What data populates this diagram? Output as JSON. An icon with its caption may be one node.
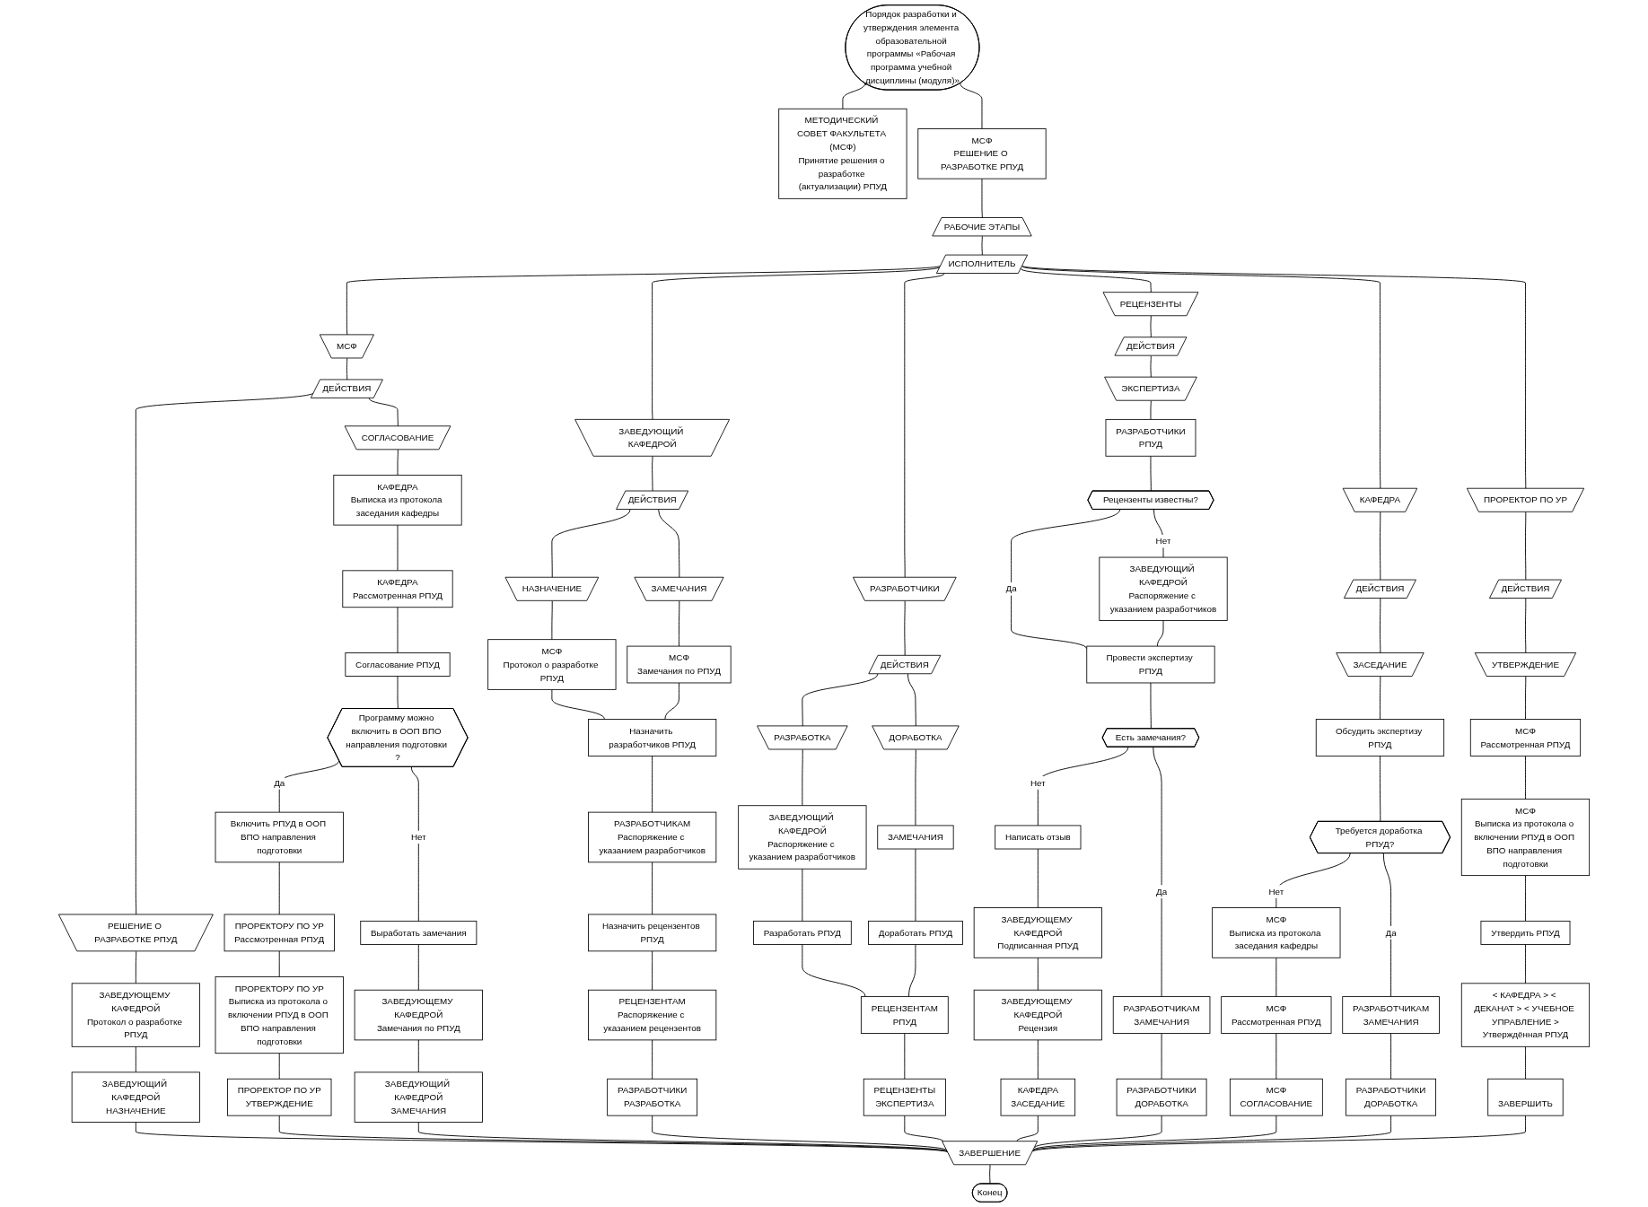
{
  "diagram": {
    "nodes": [
      {
        "text": [
          "Порядок разработки и утверждения элемента образовательной программы «Рабочая программа учебной дисциплины (модуля)»"
        ]
      },
      {
        "text": [
          "МЕТОДИЧЕСКИЙ СОВЕТ ФАКУЛЬТЕТА (МСФ)",
          "Принятие решения о разработке (актуализации) РПУД"
        ]
      },
      {
        "text": [
          "МСФ",
          "РЕШЕНИЕ О РАЗРАБОТКЕ РПУД"
        ]
      },
      {
        "text": [
          "РАБОЧИЕ ЭТАПЫ"
        ]
      },
      {
        "text": [
          "ИСПОЛНИТЕЛЬ"
        ]
      },
      {
        "text": [
          "МСФ"
        ]
      },
      {
        "text": [
          "ДЕЙСТВИЯ"
        ]
      },
      {
        "text": [
          "РЕШЕНИЕ О РАЗРАБОТКЕ РПУД"
        ]
      },
      {
        "text": [
          "ЗАВЕДУЮЩЕМУ КАФЕДРОЙ",
          "Протокол о разработке РПУД"
        ]
      },
      {
        "text": [
          "ЗАВЕДУЮЩИЙ КАФЕДРОЙ",
          "НАЗНАЧЕНИЕ"
        ]
      },
      {
        "text": [
          "СОГЛАСОВАНИЕ"
        ]
      },
      {
        "text": [
          "КАФЕДРА",
          "Выписка из протокола заседания кафедры"
        ]
      },
      {
        "text": [
          "КАФЕДРА",
          "Рассмотренная РПУД"
        ]
      },
      {
        "text": [
          "Согласование РПУД"
        ]
      },
      {
        "text": [
          "Программу можно включить в ООП ВПО направления подготовки ?"
        ]
      },
      {
        "text": [
          "Включить РПУД в ООП ВПО направления подготовки"
        ]
      },
      {
        "text": [
          "ПРОРЕКТОРУ ПО УР",
          "Рассмотренная РПУД"
        ]
      },
      {
        "text": [
          "ПРОРЕКТОРУ ПО УР",
          "Выписка из протокола о включении РПУД в ООП ВПО направления подготовки"
        ]
      },
      {
        "text": [
          "ПРОРЕКТОР ПО УР",
          "УТВЕРЖДЕНИЕ"
        ]
      },
      {
        "text": [
          "Выработать замечания"
        ]
      },
      {
        "text": [
          "ЗАВЕДУЮЩЕМУ КАФЕДРОЙ",
          "Замечания по РПУД"
        ]
      },
      {
        "text": [
          "ЗАВЕДУЮЩИЙ КАФЕДРОЙ",
          "ЗАМЕЧАНИЯ"
        ]
      },
      {
        "text": [
          "ЗАВЕДУЮЩИЙ КАФЕДРОЙ"
        ]
      },
      {
        "text": [
          "ДЕЙСТВИЯ"
        ]
      },
      {
        "text": [
          "НАЗНАЧЕНИЕ"
        ]
      },
      {
        "text": [
          "МСФ",
          "Протокол о разработке РПУД"
        ]
      },
      {
        "text": [
          "ЗАМЕЧАНИЯ"
        ]
      },
      {
        "text": [
          "МСФ",
          "Замечания по РПУД"
        ]
      },
      {
        "text": [
          "Назначить разработчиков РПУД"
        ]
      },
      {
        "text": [
          "РАЗРАБОТЧИКАМ",
          "Распоряжение с указанием разработчиков"
        ]
      },
      {
        "text": [
          "Назначить рецензентов РПУД"
        ]
      },
      {
        "text": [
          "РЕЦЕНЗЕНТАМ",
          "Распоряжение с указанием рецензентов"
        ]
      },
      {
        "text": [
          "РАЗРАБОТЧИКИ",
          "РАЗРАБОТКА"
        ]
      },
      {
        "text": [
          "РАЗРАБОТЧИКИ"
        ]
      },
      {
        "text": [
          "ДЕЙСТВИЯ"
        ]
      },
      {
        "text": [
          "РАЗРАБОТКА"
        ]
      },
      {
        "text": [
          "ЗАВЕДУЮЩИЙ КАФЕДРОЙ",
          "Распоряжение с указанием разработчиков"
        ]
      },
      {
        "text": [
          "Разработать РПУД"
        ]
      },
      {
        "text": [
          "ДОРАБОТКА"
        ]
      },
      {
        "text": [
          "ЗАМЕЧАНИЯ"
        ]
      },
      {
        "text": [
          "Доработать РПУД"
        ]
      },
      {
        "text": [
          "РЕЦЕНЗЕНТАМ",
          "РПУД"
        ]
      },
      {
        "text": [
          "РЕЦЕНЗЕНТЫ",
          "ЭКСПЕРТИЗА"
        ]
      },
      {
        "text": [
          "РЕЦЕНЗЕНТЫ"
        ]
      },
      {
        "text": [
          "ДЕЙСТВИЯ"
        ]
      },
      {
        "text": [
          "ЭКСПЕРТИЗА"
        ]
      },
      {
        "text": [
          "РАЗРАБОТЧИКИ",
          "РПУД"
        ]
      },
      {
        "text": [
          "Рецензенты известны?"
        ]
      },
      {
        "text": [
          "ЗАВЕДУЮЩИЙ КАФЕДРОЙ",
          "Распоряжение с указанием разработчиков"
        ]
      },
      {
        "text": [
          "Провести экспертизу РПУД"
        ]
      },
      {
        "text": [
          "Есть замечания?"
        ]
      },
      {
        "text": [
          "Написать отзыв"
        ]
      },
      {
        "text": [
          "ЗАВЕДУЮЩЕМУ КАФЕДРОЙ",
          "Подписанная РПУД"
        ]
      },
      {
        "text": [
          "ЗАВЕДУЮЩЕМУ КАФЕДРОЙ",
          "Рецензия"
        ]
      },
      {
        "text": [
          "КАФЕДРА",
          "ЗАСЕДАНИЕ"
        ]
      },
      {
        "text": [
          "РАЗРАБОТЧИКАМ",
          "ЗАМЕЧАНИЯ"
        ]
      },
      {
        "text": [
          "РАЗРАБОТЧИКИ",
          "ДОРАБОТКА"
        ]
      },
      {
        "text": [
          "КАФЕДРА"
        ]
      },
      {
        "text": [
          "ДЕЙСТВИЯ"
        ]
      },
      {
        "text": [
          "ЗАСЕДАНИЕ"
        ]
      },
      {
        "text": [
          "Обсудить экспертизу РПУД"
        ]
      },
      {
        "text": [
          "Требуется доработка РПУД?"
        ]
      },
      {
        "text": [
          "МСФ",
          "Выписка из протокола заседания кафедры"
        ]
      },
      {
        "text": [
          "МСФ",
          "Рассмотренная РПУД"
        ]
      },
      {
        "text": [
          "МСФ",
          "СОГЛАСОВАНИЕ"
        ]
      },
      {
        "text": [
          "РАЗРАБОТЧИКАМ",
          "ЗАМЕЧАНИЯ"
        ]
      },
      {
        "text": [
          "РАЗРАБОТЧИКИ",
          "ДОРАБОТКА"
        ]
      },
      {
        "text": [
          "ПРОРЕКТОР ПО УР"
        ]
      },
      {
        "text": [
          "ДЕЙСТВИЯ"
        ]
      },
      {
        "text": [
          "УТВЕРЖДЕНИЕ"
        ]
      },
      {
        "text": [
          "МСФ",
          "Рассмотренная РПУД"
        ]
      },
      {
        "text": [
          "МСФ",
          "Выписка из протокола о включении РПУД в ООП ВПО направления подготовки"
        ]
      },
      {
        "text": [
          "Утвердить РПУД"
        ]
      },
      {
        "text": [
          "< КАФЕДРА > < ДЕКАНАТ > < УЧЕБНОЕ УПРАВЛЕНИЕ >",
          "Утверждённая РПУД"
        ]
      },
      {
        "text": [
          "ЗАВЕРШИТЬ"
        ]
      },
      {
        "text": [
          "ЗАВЕРШЕНИЕ"
        ]
      },
      {
        "text": [
          "Конец"
        ]
      }
    ],
    "edges": [
      {
        "from": 0,
        "to": 1,
        "arrow": "none"
      },
      {
        "from": 0,
        "to": 2,
        "arrow": "none"
      },
      {
        "from": 2,
        "to": 3,
        "arrow": "none"
      },
      {
        "from": 3,
        "to": 4,
        "arrow": "none"
      },
      {
        "from": 4,
        "to": 5,
        "arrow": "none"
      },
      {
        "from": 4,
        "to": 22,
        "arrow": "none"
      },
      {
        "from": 4,
        "to": 33,
        "arrow": "none"
      },
      {
        "from": 4,
        "to": 43,
        "arrow": "none"
      },
      {
        "from": 4,
        "to": 57,
        "arrow": "none"
      },
      {
        "from": 4,
        "to": 67,
        "arrow": "none"
      },
      {
        "from": 5,
        "to": 6,
        "arrow": "none"
      },
      {
        "from": 6,
        "to": 7,
        "arrow": "none"
      },
      {
        "from": 6,
        "to": 10,
        "arrow": "none"
      },
      {
        "from": 7,
        "to": 8,
        "arrow": "none"
      },
      {
        "from": 8,
        "to": 9,
        "arrow": "none"
      },
      {
        "from": 10,
        "to": 11,
        "arrow": "none"
      },
      {
        "from": 11,
        "to": 12,
        "arrow": "none"
      },
      {
        "from": 12,
        "to": 13,
        "arrow": "none"
      },
      {
        "from": 13,
        "to": 14,
        "arrow": "none"
      },
      {
        "from": 14,
        "to": 15,
        "arrow": "none",
        "label": "Да"
      },
      {
        "from": 14,
        "to": 19,
        "arrow": "none",
        "label": "Нет"
      },
      {
        "from": 15,
        "to": 16,
        "arrow": "none"
      },
      {
        "from": 16,
        "to": 17,
        "arrow": "none"
      },
      {
        "from": 17,
        "to": 18,
        "arrow": "none"
      },
      {
        "from": 19,
        "to": 20,
        "arrow": "none"
      },
      {
        "from": 20,
        "to": 21,
        "arrow": "none"
      },
      {
        "from": 22,
        "to": 23,
        "arrow": "none"
      },
      {
        "from": 23,
        "to": 24,
        "arrow": "none"
      },
      {
        "from": 23,
        "to": 26,
        "arrow": "none"
      },
      {
        "from": 24,
        "to": 25,
        "arrow": "none"
      },
      {
        "from": 26,
        "to": 27,
        "arrow": "none"
      },
      {
        "from": 25,
        "to": 28,
        "arrow": "none"
      },
      {
        "from": 27,
        "to": 28,
        "arrow": "none"
      },
      {
        "from": 28,
        "to": 29,
        "arrow": "none"
      },
      {
        "from": 29,
        "to": 30,
        "arrow": "none"
      },
      {
        "from": 30,
        "to": 31,
        "arrow": "none"
      },
      {
        "from": 31,
        "to": 32,
        "arrow": "none"
      },
      {
        "from": 33,
        "to": 34,
        "arrow": "none"
      },
      {
        "from": 34,
        "to": 35,
        "arrow": "none"
      },
      {
        "from": 34,
        "to": 38,
        "arrow": "none"
      },
      {
        "from": 35,
        "to": 36,
        "arrow": "none"
      },
      {
        "from": 36,
        "to": 37,
        "arrow": "none"
      },
      {
        "from": 38,
        "to": 39,
        "arrow": "none"
      },
      {
        "from": 39,
        "to": 40,
        "arrow": "none"
      },
      {
        "from": 37,
        "to": 41,
        "arrow": "none"
      },
      {
        "from": 40,
        "to": 41,
        "arrow": "none"
      },
      {
        "from": 41,
        "to": 42,
        "arrow": "none"
      },
      {
        "from": 43,
        "to": 44,
        "arrow": "none"
      },
      {
        "from": 44,
        "to": 45,
        "arrow": "none"
      },
      {
        "from": 45,
        "to": 46,
        "arrow": "none"
      },
      {
        "from": 46,
        "to": 47,
        "arrow": "none"
      },
      {
        "from": 47,
        "to": 49,
        "arrow": "none",
        "label": "Да"
      },
      {
        "from": 47,
        "to": 48,
        "arrow": "none",
        "label": "Нет"
      },
      {
        "from": 48,
        "to": 49,
        "arrow": "none"
      },
      {
        "from": 49,
        "to": 50,
        "arrow": "none"
      },
      {
        "from": 50,
        "to": 51,
        "arrow": "none",
        "label": "Нет"
      },
      {
        "from": 50,
        "to": 55,
        "arrow": "none",
        "label": "Да"
      },
      {
        "from": 51,
        "to": 52,
        "arrow": "none"
      },
      {
        "from": 52,
        "to": 53,
        "arrow": "none"
      },
      {
        "from": 53,
        "to": 54,
        "arrow": "none"
      },
      {
        "from": 55,
        "to": 56,
        "arrow": "none"
      },
      {
        "from": 57,
        "to": 58,
        "arrow": "none"
      },
      {
        "from": 58,
        "to": 59,
        "arrow": "none"
      },
      {
        "from": 59,
        "to": 60,
        "arrow": "none"
      },
      {
        "from": 60,
        "to": 61,
        "arrow": "none"
      },
      {
        "from": 61,
        "to": 62,
        "arrow": "none",
        "label": "Нет"
      },
      {
        "from": 61,
        "to": 65,
        "arrow": "none",
        "label": "Да"
      },
      {
        "from": 62,
        "to": 63,
        "arrow": "none"
      },
      {
        "from": 63,
        "to": 64,
        "arrow": "none"
      },
      {
        "from": 65,
        "to": 66,
        "arrow": "none"
      },
      {
        "from": 67,
        "to": 68,
        "arrow": "none"
      },
      {
        "from": 68,
        "to": 69,
        "arrow": "none"
      },
      {
        "from": 69,
        "to": 70,
        "arrow": "none"
      },
      {
        "from": 70,
        "to": 71,
        "arrow": "none"
      },
      {
        "from": 71,
        "to": 72,
        "arrow": "none"
      },
      {
        "from": 72,
        "to": 73,
        "arrow": "none"
      },
      {
        "from": 73,
        "to": 74,
        "arrow": "none"
      },
      {
        "from": 9,
        "to": 75,
        "arrow": "none"
      },
      {
        "from": 18,
        "to": 75,
        "arrow": "none"
      },
      {
        "from": 21,
        "to": 75,
        "arrow": "none"
      },
      {
        "from": 32,
        "to": 75,
        "arrow": "none"
      },
      {
        "from": 42,
        "to": 75,
        "arrow": "none"
      },
      {
        "from": 54,
        "to": 75,
        "arrow": "none"
      },
      {
        "from": 56,
        "to": 75,
        "arrow": "none"
      },
      {
        "from": 64,
        "to": 75,
        "arrow": "none"
      },
      {
        "from": 66,
        "to": 75,
        "arrow": "none"
      },
      {
        "from": 74,
        "to": 75,
        "arrow": "none"
      },
      {
        "from": 75,
        "to": 76,
        "arrow": "none"
      }
    ]
  }
}
